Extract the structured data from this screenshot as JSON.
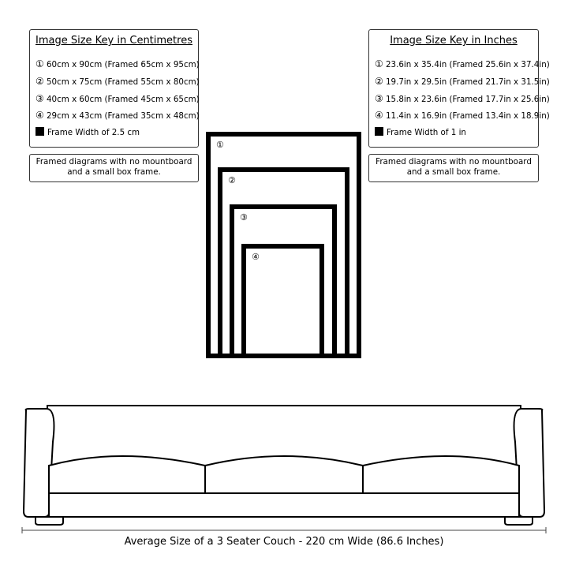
{
  "cm_key": {
    "title": "Image Size Key in Centimetres",
    "rows": [
      {
        "num": "①",
        "text": "60cm x 90cm (Framed 65cm x 95cm)"
      },
      {
        "num": "②",
        "text": "50cm x 75cm (Framed 55cm x 80cm)"
      },
      {
        "num": "③",
        "text": "40cm x 60cm (Framed 45cm x 65cm)"
      },
      {
        "num": "④",
        "text": "29cm x 43cm (Framed 35cm x 48cm)"
      }
    ],
    "frame_width": "Frame Width of 2.5 cm",
    "note_line1": "Framed diagrams with no mountboard",
    "note_line2": "and a small box frame."
  },
  "in_key": {
    "title": "Image Size Key in Inches",
    "rows": [
      {
        "num": "①",
        "text": "23.6in x 35.4in (Framed 25.6in x 37.4in)"
      },
      {
        "num": "②",
        "text": "19.7in x 29.5in (Framed 21.7in x 31.5in)"
      },
      {
        "num": "③",
        "text": "15.8in x 23.6in (Framed 17.7in x 25.6in)"
      },
      {
        "num": "④",
        "text": "11.4in x 16.9in (Framed 13.4in x 18.9in)"
      }
    ],
    "frame_width": "Frame Width of 1 in",
    "note_line1": "Framed diagrams with no mountboard",
    "note_line2": "and a small box frame."
  },
  "frames": {
    "labels": [
      "①",
      "②",
      "③",
      "④"
    ]
  },
  "couch": {
    "caption": "Average Size of a 3 Seater Couch - 220 cm Wide (86.6 Inches)"
  }
}
